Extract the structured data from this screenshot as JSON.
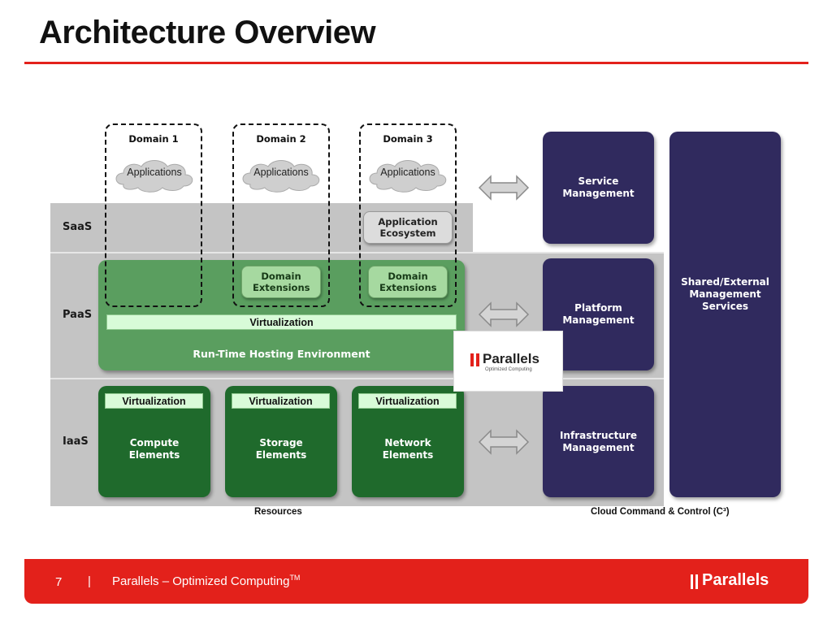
{
  "slide": {
    "title": "Architecture Overview",
    "page_number": "7",
    "separator": "|",
    "footer_text": "Parallels – Optimized Computing",
    "footer_tm": "TM",
    "footer_logo": "Parallels"
  },
  "colors": {
    "brand_red": "#e3211b",
    "mgmt_purple": "#302a5e",
    "resource_green": "#1f6a2c",
    "paas_green": "#5a9e5f"
  },
  "layers": {
    "saas": "SaaS",
    "paas": "PaaS",
    "iaas": "IaaS"
  },
  "domains": [
    {
      "title": "Domain 1",
      "cloud": "Applications"
    },
    {
      "title": "Domain 2",
      "cloud": "Applications",
      "extension": "Domain Extensions"
    },
    {
      "title": "Domain 3",
      "cloud": "Applications",
      "extension": "Domain Extensions",
      "ecosystem": "Application Ecosystem"
    }
  ],
  "paas": {
    "virtualization": "Virtualization",
    "runtime": "Run-Time Hosting Environment"
  },
  "resources": [
    {
      "virtualization": "Virtualization",
      "line1": "Compute",
      "line2": "Elements"
    },
    {
      "virtualization": "Virtualization",
      "line1": "Storage",
      "line2": "Elements"
    },
    {
      "virtualization": "Virtualization",
      "line1": "Network",
      "line2": "Elements"
    }
  ],
  "management": {
    "service": "Service Management",
    "platform": "Platform Management",
    "infrastructure": "Infrastructure Management",
    "shared": "Shared/External Management Services"
  },
  "captions": {
    "resources": "Resources",
    "c3": "Cloud Command & Control (C³)"
  },
  "logo_box": {
    "name": "Parallels",
    "tagline": "Optimized Computing"
  }
}
